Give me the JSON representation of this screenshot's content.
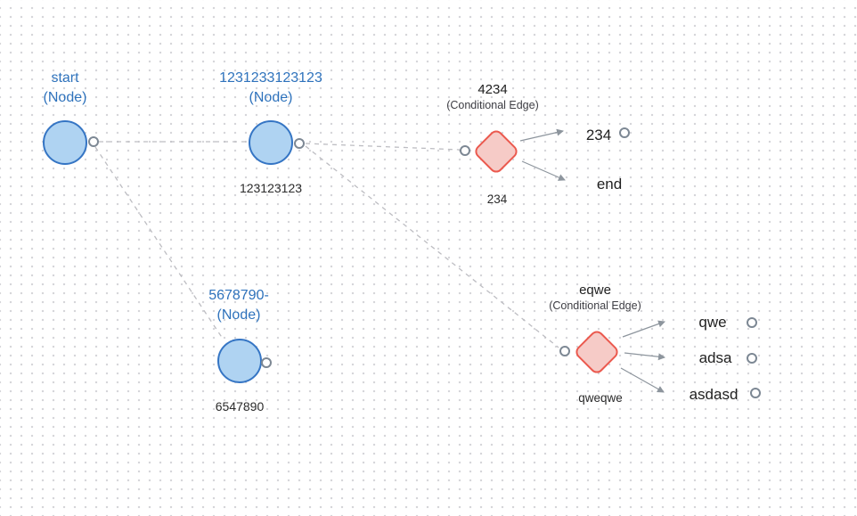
{
  "canvas": {
    "kind": "flow-editor-canvas",
    "grid": "dots"
  },
  "colors": {
    "node_fill": "#AFD3F2",
    "node_border": "#3575C4",
    "diamond_fill": "#F6CBC7",
    "diamond_border": "#EB594E",
    "title_blue": "#2E72BC",
    "text_dark": "#212121",
    "subtitle_gray": "#3E3E44",
    "sublabel_gray": "#2B2B2B",
    "edge_dashed": "#BDBDC2",
    "edge_arrow": "#8D959D",
    "port_border": "#7D8894",
    "dot": "#D4D4D8"
  },
  "nodes": {
    "start": {
      "name": "start",
      "type": "(Node)",
      "shape": "circle"
    },
    "node2": {
      "name": "1231233123123",
      "type": "(Node)",
      "sublabel": "123123123",
      "shape": "circle"
    },
    "node3": {
      "name": "5678790-",
      "type": "(Node)",
      "sublabel": "6547890",
      "shape": "circle"
    },
    "cond1": {
      "name": "4234",
      "type": "(Conditional Edge)",
      "sublabel": "234",
      "shape": "diamond"
    },
    "cond2": {
      "name": "eqwe",
      "type": "(Conditional Edge)",
      "sublabel": "qweqwe",
      "shape": "diamond"
    }
  },
  "branches": {
    "cond1": [
      {
        "label": "234",
        "has_port": true
      },
      {
        "label": "end",
        "has_port": false
      }
    ],
    "cond2": [
      {
        "label": "qwe",
        "has_port": true
      },
      {
        "label": "adsa",
        "has_port": true
      },
      {
        "label": "asdasd",
        "has_port": true
      }
    ]
  },
  "edges": [
    {
      "from": "start",
      "to": "node2",
      "style": "dashed"
    },
    {
      "from": "start",
      "to": "node3",
      "style": "dashed"
    },
    {
      "from": "node2",
      "to": "cond1",
      "style": "dashed"
    },
    {
      "from": "node2",
      "to": "cond2",
      "style": "dashed"
    },
    {
      "from": "cond1",
      "to": "234",
      "style": "arrow"
    },
    {
      "from": "cond1",
      "to": "end",
      "style": "arrow"
    },
    {
      "from": "cond2",
      "to": "qwe",
      "style": "arrow"
    },
    {
      "from": "cond2",
      "to": "adsa",
      "style": "arrow"
    },
    {
      "from": "cond2",
      "to": "asdasd",
      "style": "arrow"
    }
  ]
}
